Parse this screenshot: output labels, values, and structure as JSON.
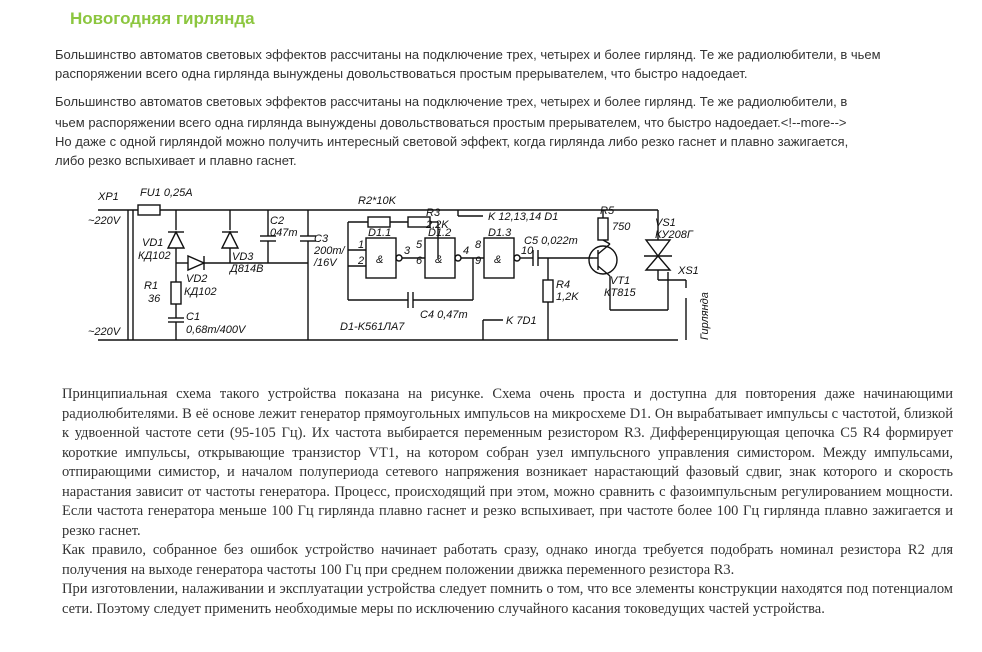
{
  "title": "Новогодняя гирлянда",
  "intro": {
    "p1": "Большинство автоматов световых эффектов рассчитаны на подключение трех, четырех и более гирлянд. Те же радиолюбители, в чьем распоряжении всего одна гирлянда вынуждены довольствоваться простым прерывателем, что быстро надоедает.",
    "p2_line1": "Большинство автоматов световых эффектов рассчитаны на подключение трех, четырех и более гирлянд. Те же радиолюбители, в",
    "p2_line2": "чьем распоряжении всего одна гирлянда вынуждены довольствоваться простым прерывателем, что быстро надоедает.<!--more-->",
    "p2_line3": "Но даже с одной гирляндой можно получить интересный световой эффект, когда гирлянда либо резко гаснет и плавно зажигается,",
    "p2_line4": "либо резко вспыхивает и плавно гаснет."
  },
  "schematic": {
    "xp1": "XP1",
    "fu1": "FU1 0,25A",
    "v220_top": "~220V",
    "v220_bottom": "~220V",
    "vd1": "VD1",
    "vd1_type": "КД102",
    "vd2": "VD2",
    "vd2_type": "КД102",
    "vd3": "VD3",
    "vd3_type": "Д814В",
    "r1": "R1",
    "r1_val": "36",
    "c1": "C1",
    "c1_val": "0,68m/400V",
    "c2": "C2",
    "c2_val": "047m",
    "c3": "C3",
    "c3_val1": "200m/",
    "c3_val2": "/16V",
    "r2": "R2*10K",
    "r3": "R3",
    "r3_val": "2,2K",
    "k12": "K 12,13,14 D1",
    "d11": "D1.1",
    "d12": "D1.2",
    "d13": "D1.3",
    "c5": "C5 0,022m",
    "r5": "R5",
    "r5_val": "750",
    "vs1": "VS1",
    "vs1_type": "КУ208Г",
    "xs1": "XS1",
    "vt1": "VT1",
    "vt1_type": "КТ815",
    "r4": "R4",
    "r4_val": "1,2K",
    "c4": "C4 0,47m",
    "d1_type": "D1-K561ЛА7",
    "k7": "K 7D1",
    "garland": "Гирлянда",
    "and": "&",
    "pins": [
      "1",
      "2",
      "3",
      "5",
      "6",
      "4",
      "8",
      "9",
      "10"
    ]
  },
  "article": {
    "p1": "Принципиальная схема такого устройства показана на рисунке. Схема очень проста и доступна для повторения даже начинающими радиолюбителями. В её основе лежит генератор прямоугольных импульсов на микросхеме D1. Он вырабатывает импульсы с частотой, близкой к удвоенной частоте сети (95-105 Гц). Их частота выбирается переменным резистором R3. Дифференцирующая цепочка C5 R4 формирует короткие импульсы, открывающие транзистор VT1, на котором собран узел импульсного управления симистором. Между импульсами, отпирающими симистор, и началом полупериода сетевого напряжения возникает нарастающий фазовый сдвиг, знак которого и скорость нарастания зависит от частоты генератора. Процесс, происходящий при этом, можно сравнить с фазоимпульсным регулированием мощности. Если частота генератора меньше 100 Гц гирлянда плавно гаснет и резко вспыхивает, при частоте более 100 Гц гирлянда плавно зажигается и резко гаснет.",
    "p2": "Как правило, собранное без ошибок устройство начинает работать сразу, однако иногда требуется подобрать номинал резистора R2 для получения на выходе генератора частоты 100 Гц при среднем положении движка переменного резистора R3.",
    "p3": "При изготовлении, налаживании и эксплуатации устройства следует помнить о том, что все элементы конструкции находятся под потенциалом сети. Поэтому следует применить необходимые меры по исключению случайного касания токоведущих частей устройства."
  }
}
